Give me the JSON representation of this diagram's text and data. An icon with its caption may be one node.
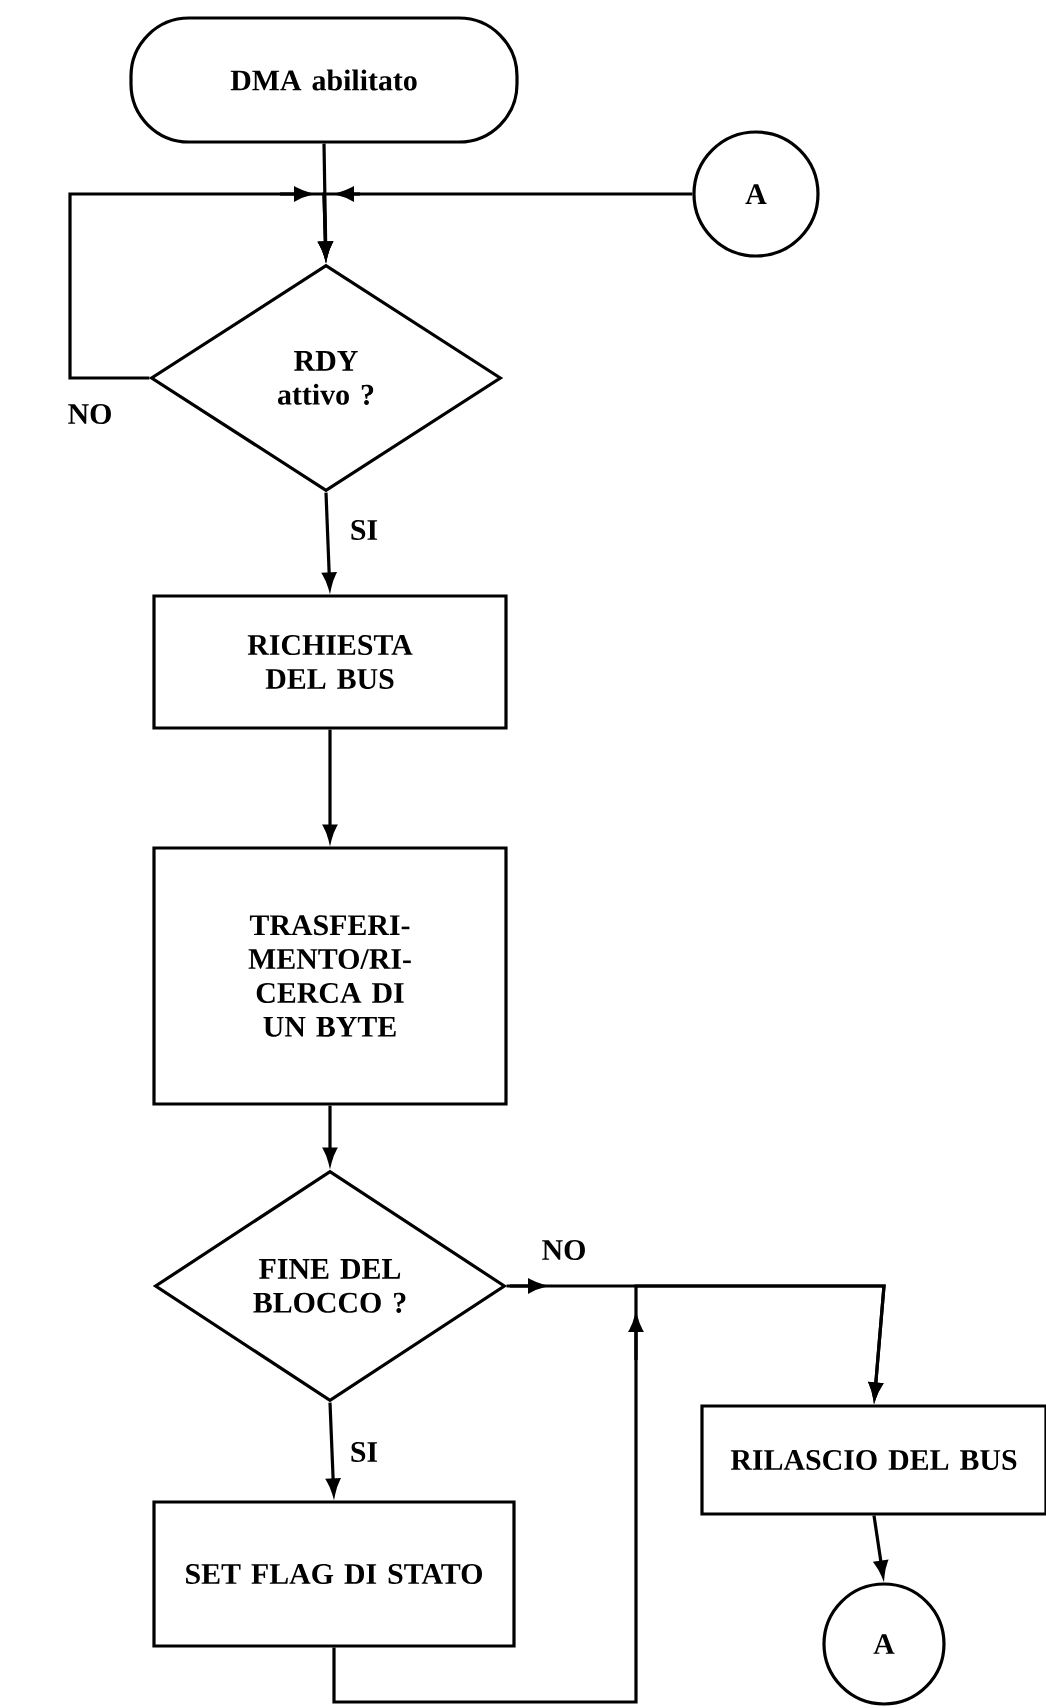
{
  "diagram": {
    "nodes": [
      {
        "text": [
          "DMA abilitato"
        ]
      },
      {
        "text": [
          "A"
        ]
      },
      {
        "text": [
          "RDY attivo ?"
        ]
      },
      {
        "text": [
          "RICHIESTA DEL BUS"
        ]
      },
      {
        "text": [
          "TRASFERI- MENTO/RI- CERCA DI UN BYTE"
        ]
      },
      {
        "text": [
          "FINE DEL BLOCCO ?"
        ]
      },
      {
        "text": [
          "SET FLAG DI STATO"
        ]
      },
      {
        "text": [
          "RILASCIO DEL BUS"
        ]
      },
      {
        "text": [
          "A"
        ]
      }
    ],
    "edges": [
      {
        "from": 0,
        "to": 2,
        "arrow": "to"
      },
      {
        "from": 1,
        "to": 2,
        "arrow": "to"
      },
      {
        "from": 2,
        "to": 2,
        "arrow": "to",
        "label": "NO"
      },
      {
        "from": 2,
        "to": 3,
        "arrow": "to",
        "label": "SI"
      },
      {
        "from": 3,
        "to": 4,
        "arrow": "to"
      },
      {
        "from": 4,
        "to": 5,
        "arrow": "to"
      },
      {
        "from": 5,
        "to": 6,
        "arrow": "to",
        "label": "SI"
      },
      {
        "from": 5,
        "to": 7,
        "arrow": "to",
        "label": "NO"
      },
      {
        "from": 6,
        "to": 7,
        "arrow": "to"
      },
      {
        "from": 7,
        "to": 8,
        "arrow": "to"
      }
    ]
  }
}
